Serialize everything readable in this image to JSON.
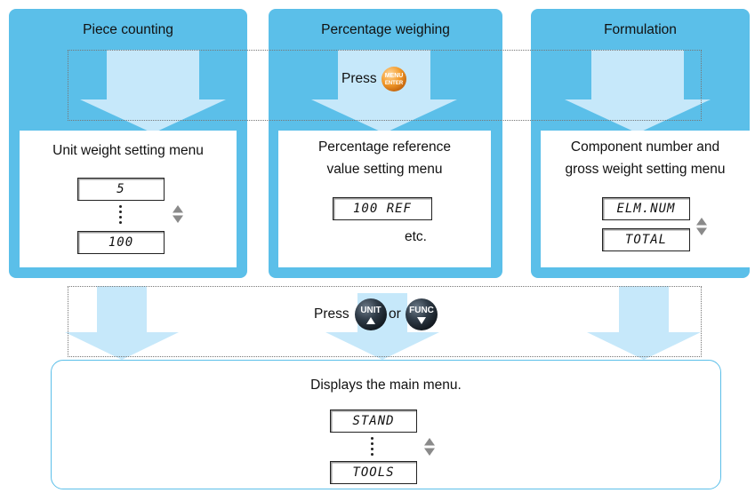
{
  "modes": [
    {
      "title": "Piece counting",
      "menu_title": "Unit weight setting menu",
      "displays": [
        "5",
        "100"
      ]
    },
    {
      "title": "Percentage weighing",
      "menu_title": "Percentage reference value setting menu",
      "menu_line1": "Percentage reference",
      "menu_line2": "value setting menu",
      "displays": [
        "100 REF"
      ],
      "note": "etc."
    },
    {
      "title": "Formulation",
      "menu_line1": "Component number and",
      "menu_line2": "gross weight setting menu",
      "displays": [
        "ELM.NUM",
        "TOTAL"
      ]
    }
  ],
  "press_menu": {
    "label": "Press",
    "button_line1": "MENU",
    "button_line2": "ENTER"
  },
  "press_return": {
    "label": "Press",
    "button1": "UNIT",
    "or": "or",
    "button2": "FUNC"
  },
  "main_menu": {
    "title": "Displays the main menu.",
    "displays": [
      "STAND",
      "TOOLS"
    ]
  },
  "colors": {
    "column_blue": "#5bbfe9",
    "arrow_blue": "#b9e1f7",
    "button_dark": "#2f3b47"
  }
}
